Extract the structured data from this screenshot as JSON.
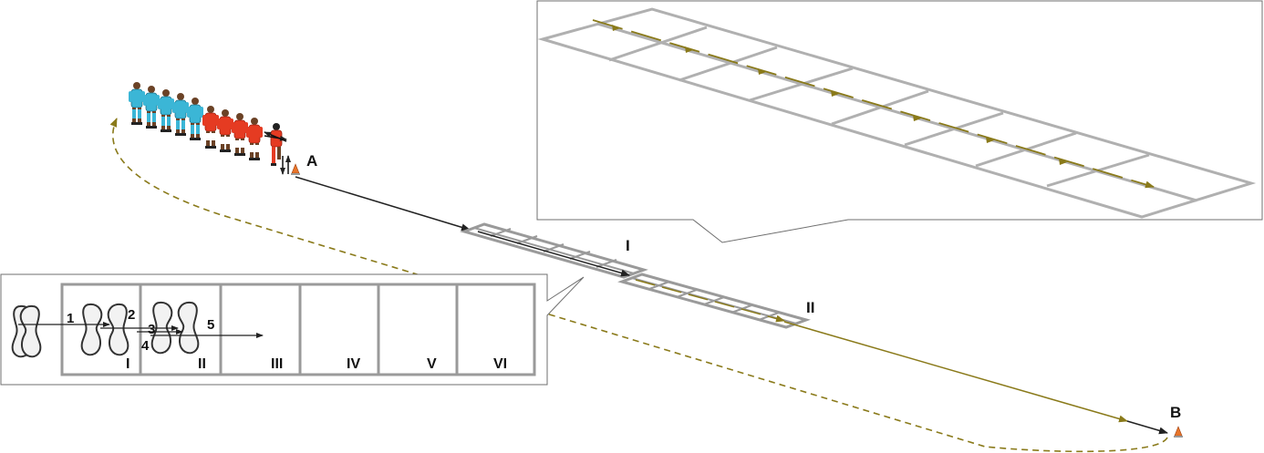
{
  "points": {
    "start": "A",
    "end": "B"
  },
  "ladders": {
    "first": "I",
    "second": "II"
  },
  "zones": [
    "I",
    "II",
    "III",
    "IV",
    "V",
    "VI"
  ],
  "steps": [
    "1",
    "2",
    "3",
    "4",
    "5"
  ],
  "players": {
    "blue_count": 5,
    "red_count": 4,
    "goalkeeper_count": 1
  },
  "colors": {
    "run_path": "#222222",
    "ladder_path": "#8a7a1a",
    "return_path": "#8a7a1a",
    "ladder_frame": "#9a9a9a",
    "blue_kit": "#3bb6d6",
    "red_kit": "#e53b22",
    "cone": "#e8752a"
  }
}
